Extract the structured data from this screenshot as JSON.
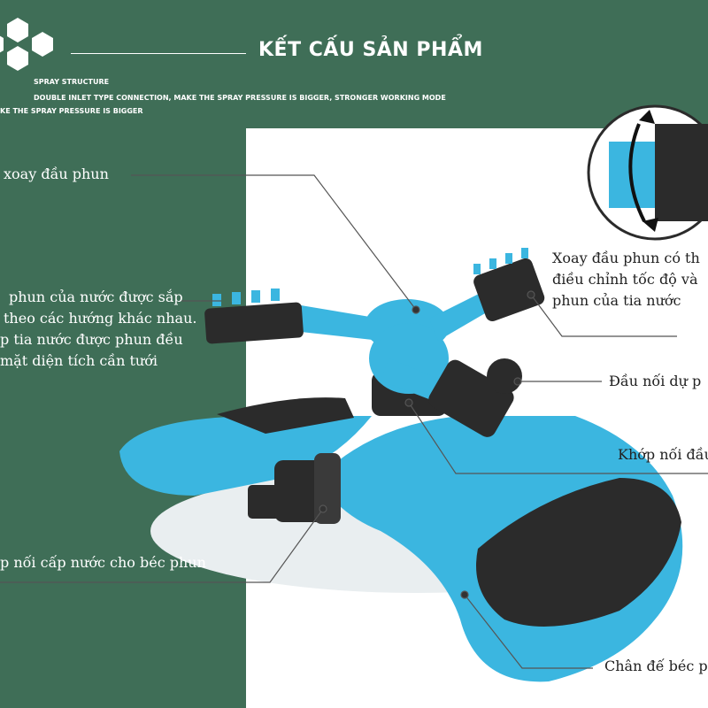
{
  "header": {
    "title": "KẾT CẤU SẢN PHẨM",
    "subtitle_1": "SPRAY STRUCTURE",
    "subtitle_2": "DOUBLE INLET TYPE CONNECTION, MAKE THE SPRAY PRESSURE IS BIGGER, STRONGER WORKING MODE",
    "subtitle_3": "KE THE SPRAY PRESSURE IS BIGGER"
  },
  "labels": {
    "rotate_head": "xoay đầu phun",
    "water_direction": [
      "phun của nước được sắp",
      "theo các hướng khác nhau.",
      "p tia nước được phun đều",
      "mặt diện tích cần tưới"
    ],
    "inlet_joint": "p nối cấp nước cho béc phun",
    "rotate_detail": [
      "Xoay đầu phun có th",
      "điều chỉnh tốc độ và",
      "phun của tia nước"
    ],
    "spare_connector": "Đầu nối dự p",
    "head_joint": "Khớp nối đầu",
    "base": "Chân đế béc p"
  },
  "colors": {
    "background_green": "#3f6e57",
    "panel_white": "#ffffff",
    "sprinkler_blue": "#3bb6e0",
    "sprinkler_black": "#2b2b2b"
  }
}
